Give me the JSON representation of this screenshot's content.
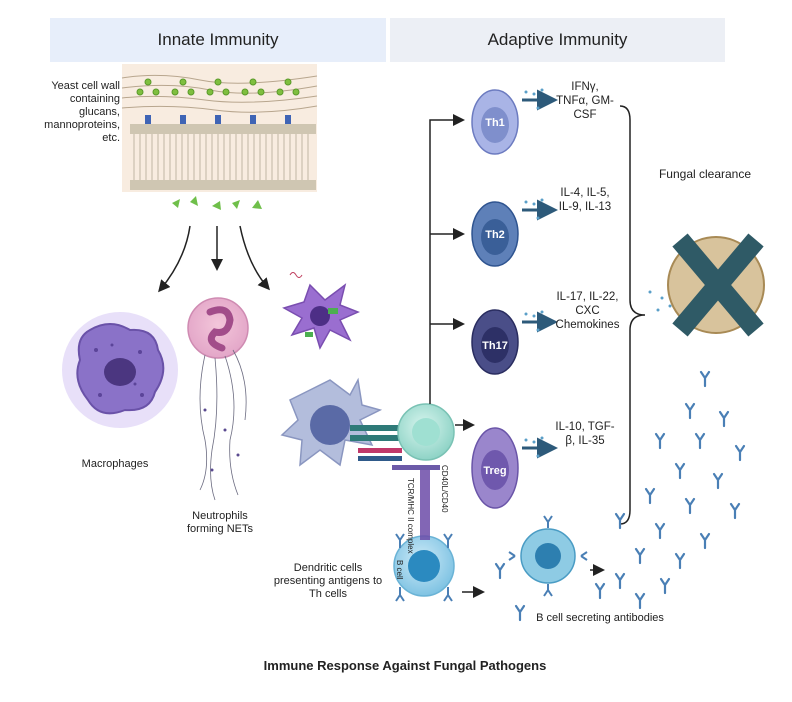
{
  "headers": {
    "innate": "Innate Immunity",
    "adaptive": "Adaptive Immunity"
  },
  "labels": {
    "yeast_wall": "Yeast cell wall containing glucans, mannoproteins, etc.",
    "macrophages": "Macrophages",
    "neutrophils": "Neutrophils forming NETs",
    "dendritic": "Dendritic cells presenting antigens to Th cells",
    "b_cell_secreting": "B cell secreting antibodies",
    "fungal_clearance": "Fungal clearance",
    "tcr_mhc": "TCR/MHC II complex",
    "cd40": "CD40L/CD40",
    "b_cell": "B cell"
  },
  "cells": {
    "th1": "Th1",
    "th2": "Th2",
    "th17": "Th17",
    "treg": "Treg"
  },
  "cytokines": {
    "th1": "IFNγ, TNFα, GM-CSF",
    "th2": "IL-4, IL-5, IL-9, IL-13",
    "th17": "IL-17, IL-22, CXC Chemokines",
    "treg": "IL-10, TGF-β, IL-35"
  },
  "title": "Immune Response Against Fungal Pathogens",
  "colors": {
    "th1": "#7f8fcc",
    "th2": "#44669e",
    "th17": "#35386e",
    "treg": "#7a65b0",
    "x_mark": "#2f5a66",
    "antibody": "#4a7fb5"
  }
}
